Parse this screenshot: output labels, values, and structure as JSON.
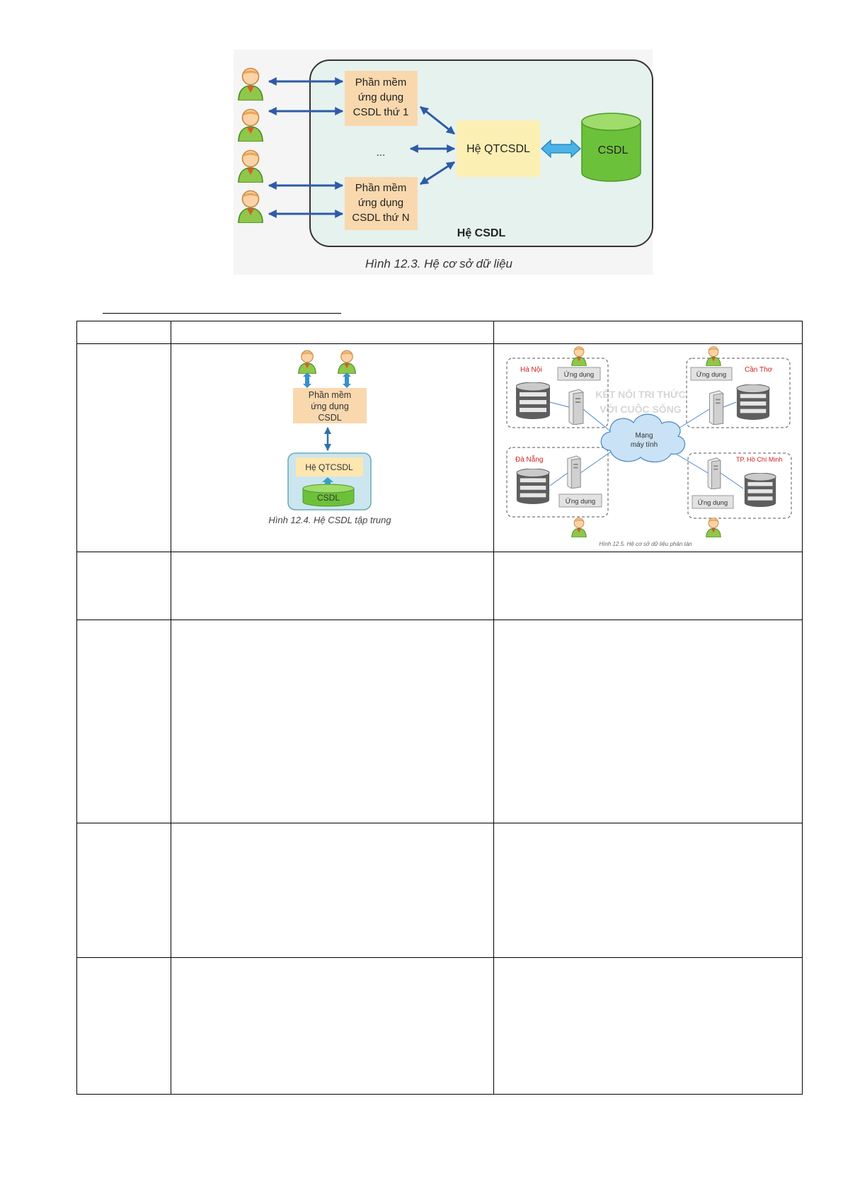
{
  "figure_12_3": {
    "app_1": [
      "Phần mềm",
      "ứng dụng",
      "CSDL thứ 1"
    ],
    "app_n": [
      "Phần mềm",
      "ứng dụng",
      "CSDL thứ N"
    ],
    "ellipsis": "...",
    "dbms": "Hệ QTCSDL",
    "database": "CSDL",
    "system": "Hệ CSDL",
    "caption": "Hình 12.3. Hệ cơ sở dữ liệu"
  },
  "figure_12_4": {
    "app": [
      "Phần mềm",
      "ứng dụng",
      "CSDL"
    ],
    "dbms": "Hệ QTCSDL",
    "database": "CSDL",
    "caption": "Hình 12.4. Hệ CSDL tập trung"
  },
  "figure_12_5": {
    "sites": [
      "Hà Nội",
      "Cần Thơ",
      "Đà Nẵng",
      "TP. Hồ Chí Minh"
    ],
    "app_label": "Ứng dụng",
    "network": [
      "Mạng",
      "máy tính"
    ],
    "watermark": [
      "KẾT NỐI TRI THỨC",
      "VỚI CUỘC SỐNG"
    ],
    "caption": "Hình 12.5. Hệ cơ sở dữ liệu phân tán"
  },
  "colors": {
    "arrow": "#2e5aa8",
    "app_box": "#f9d8ae",
    "dbms_box": "#fcefb4",
    "database": "#6cc13a",
    "system_panel": "#e6f2ee",
    "site_label": "#d22020"
  },
  "icons": [
    "person-icon",
    "database-icon",
    "server-icon",
    "network-cloud-icon"
  ]
}
